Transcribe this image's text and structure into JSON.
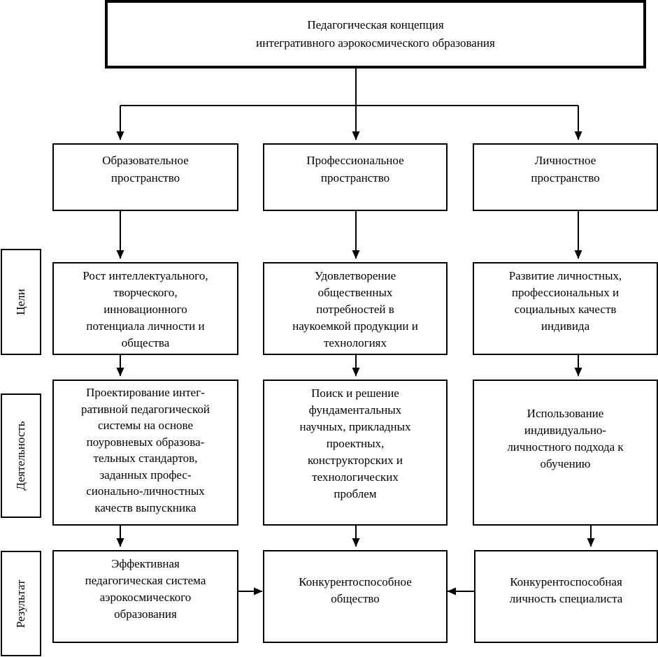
{
  "title": {
    "line1": "Педагогическая концепция",
    "line2": "интегративного аэрокосмического образования"
  },
  "side_labels": {
    "goals": "Цели",
    "activity": "Деятельность",
    "result": "Результат"
  },
  "columns": [
    {
      "space": [
        "Образовательное",
        "пространство"
      ],
      "goal": [
        "Рост интеллектуального,",
        "творческого,",
        "инновационного",
        "потенциала личности и",
        "общества"
      ],
      "activity": [
        "Проектирование интег-",
        "ративной педагогической",
        "системы на основе",
        "поуровневых образова-",
        "тельных стандартов,",
        "заданных профес-",
        "сионально-личностных",
        "качеств выпускника"
      ],
      "result": [
        "Эффективная",
        "педагогическая система",
        "аэрокосмического",
        "образования"
      ]
    },
    {
      "space": [
        "Профессиональное",
        "пространство"
      ],
      "goal": [
        "Удовлетворение",
        "общественных",
        "потребностей в",
        "наукоемкой продукции и",
        "технологиях"
      ],
      "activity": [
        "Поиск и решение",
        "фундаментальных",
        "научных, прикладных",
        "проектных,",
        "конструкторских и",
        "технологических",
        "проблем"
      ],
      "result": [
        "Конкурентоспособное",
        "общество"
      ]
    },
    {
      "space": [
        "Личностное",
        "пространство"
      ],
      "goal": [
        "Развитие личностных,",
        "профессиональных и",
        "социальных качеств",
        "индивида"
      ],
      "activity": [
        "Использование",
        "индивидуально-",
        "личностного подхода к",
        "обучению"
      ],
      "result": [
        "Конкурентоспособная",
        "личность специалиста"
      ]
    }
  ]
}
